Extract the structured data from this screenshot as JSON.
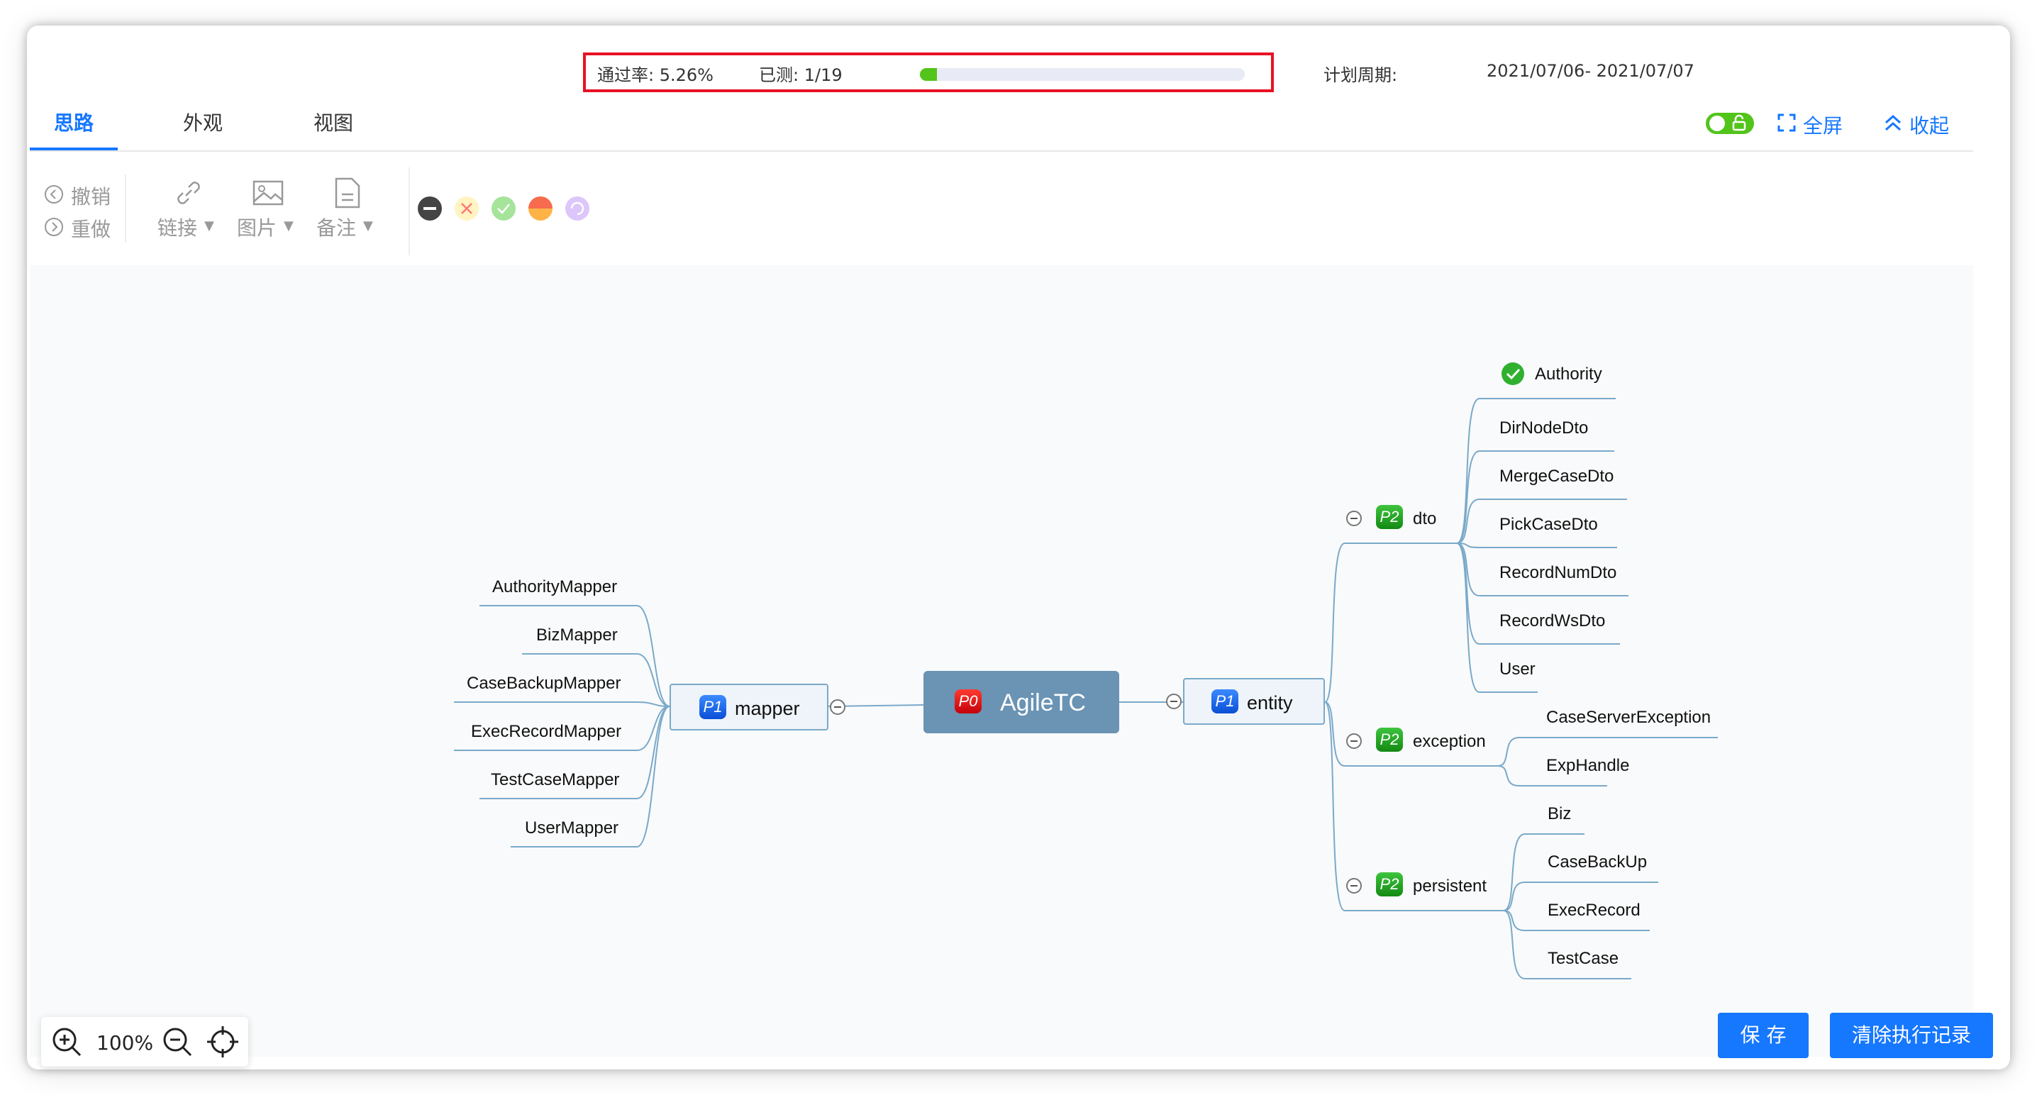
{
  "header": {
    "pass_rate": "通过率: 5.26%",
    "tested": "已测: 1/19",
    "progress": 0.0526,
    "plan_label": "计划周期:",
    "plan_dates": "2021/07/06- 2021/07/07"
  },
  "tabs": [
    {
      "label": "思路",
      "active": true
    },
    {
      "label": "外观",
      "active": false
    },
    {
      "label": "视图",
      "active": false
    }
  ],
  "actions": {
    "fullscreen": "全屏",
    "collapse": "收起"
  },
  "toolbar": {
    "undo": "撤销",
    "redo": "重做",
    "link": "链接",
    "image": "图片",
    "note": "备注",
    "status_colors": [
      "#444444",
      "#ff7875",
      "#52c41a",
      "#f76b4f",
      "#b37feb"
    ]
  },
  "mindmap": {
    "root": {
      "priority": "P0",
      "label": "AgileTC"
    },
    "left": {
      "priority": "P1",
      "label": "mapper",
      "children": [
        "AuthorityMapper",
        "BizMapper",
        "CaseBackupMapper",
        "ExecRecordMapper",
        "TestCaseMapper",
        "UserMapper"
      ]
    },
    "right": {
      "priority": "P1",
      "label": "entity"
    },
    "dto": {
      "priority": "P2",
      "label": "dto",
      "children": [
        "Authority",
        "DirNodeDto",
        "MergeCaseDto",
        "PickCaseDto",
        "RecordNumDto",
        "RecordWsDto",
        "User"
      ]
    },
    "exception": {
      "priority": "P2",
      "label": "exception",
      "children": [
        "CaseServerException",
        "ExpHandle"
      ]
    },
    "persistent": {
      "priority": "P2",
      "label": "persistent",
      "children": [
        "Biz",
        "CaseBackUp",
        "ExecRecord",
        "TestCase"
      ]
    }
  },
  "zoom": {
    "level": "100%"
  },
  "buttons": {
    "save": "保 存",
    "clear": "清除执行记录"
  },
  "colors": {
    "accent": "#1677ff",
    "root_bg": "#6a93b4",
    "edge": "#7aa9c9",
    "highlight": "#e81123"
  }
}
